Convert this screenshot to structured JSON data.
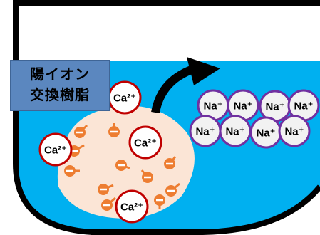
{
  "label": {
    "line1": "陽イオン",
    "line2": "交換樹脂"
  },
  "ions": {
    "calcium": "Ca²⁺",
    "sodium": "Na⁺"
  },
  "colors": {
    "water": "#00b0f0",
    "resin": "#fbe5d6",
    "calcium_ring": "#c00000",
    "sodium_ring": "#7030a0",
    "sodium_fill": "#f2f2f2",
    "charge": "#ed7d31",
    "label_box": "#5b87bf",
    "arrow": "#000000"
  }
}
